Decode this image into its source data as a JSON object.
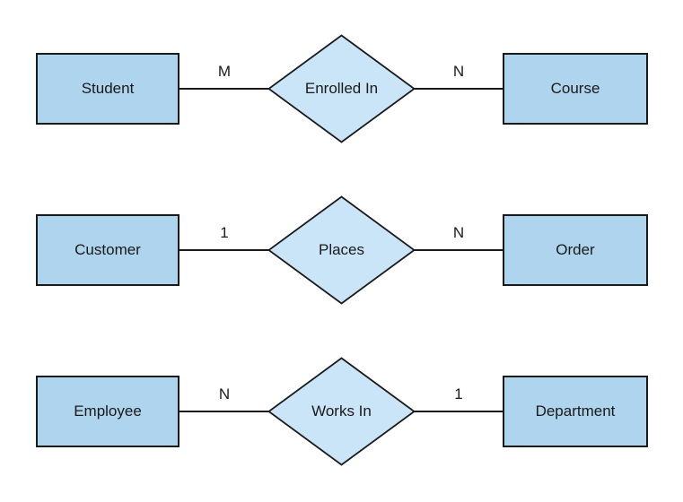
{
  "diagram": {
    "type": "entity-relationship",
    "colors": {
      "entity_fill": "#aed4ee",
      "relationship_fill": "#cbe5f8",
      "stroke": "#1a1a1a",
      "text": "#1a1a1a",
      "background": "#ffffff"
    },
    "rows": [
      {
        "left_entity": "Student",
        "left_cardinality": "M",
        "relationship": "Enrolled In",
        "right_cardinality": "N",
        "right_entity": "Course"
      },
      {
        "left_entity": "Customer",
        "left_cardinality": "1",
        "relationship": "Places",
        "right_cardinality": "N",
        "right_entity": "Order"
      },
      {
        "left_entity": "Employee",
        "left_cardinality": "N",
        "relationship": "Works In",
        "right_cardinality": "1",
        "right_entity": "Department"
      }
    ]
  }
}
